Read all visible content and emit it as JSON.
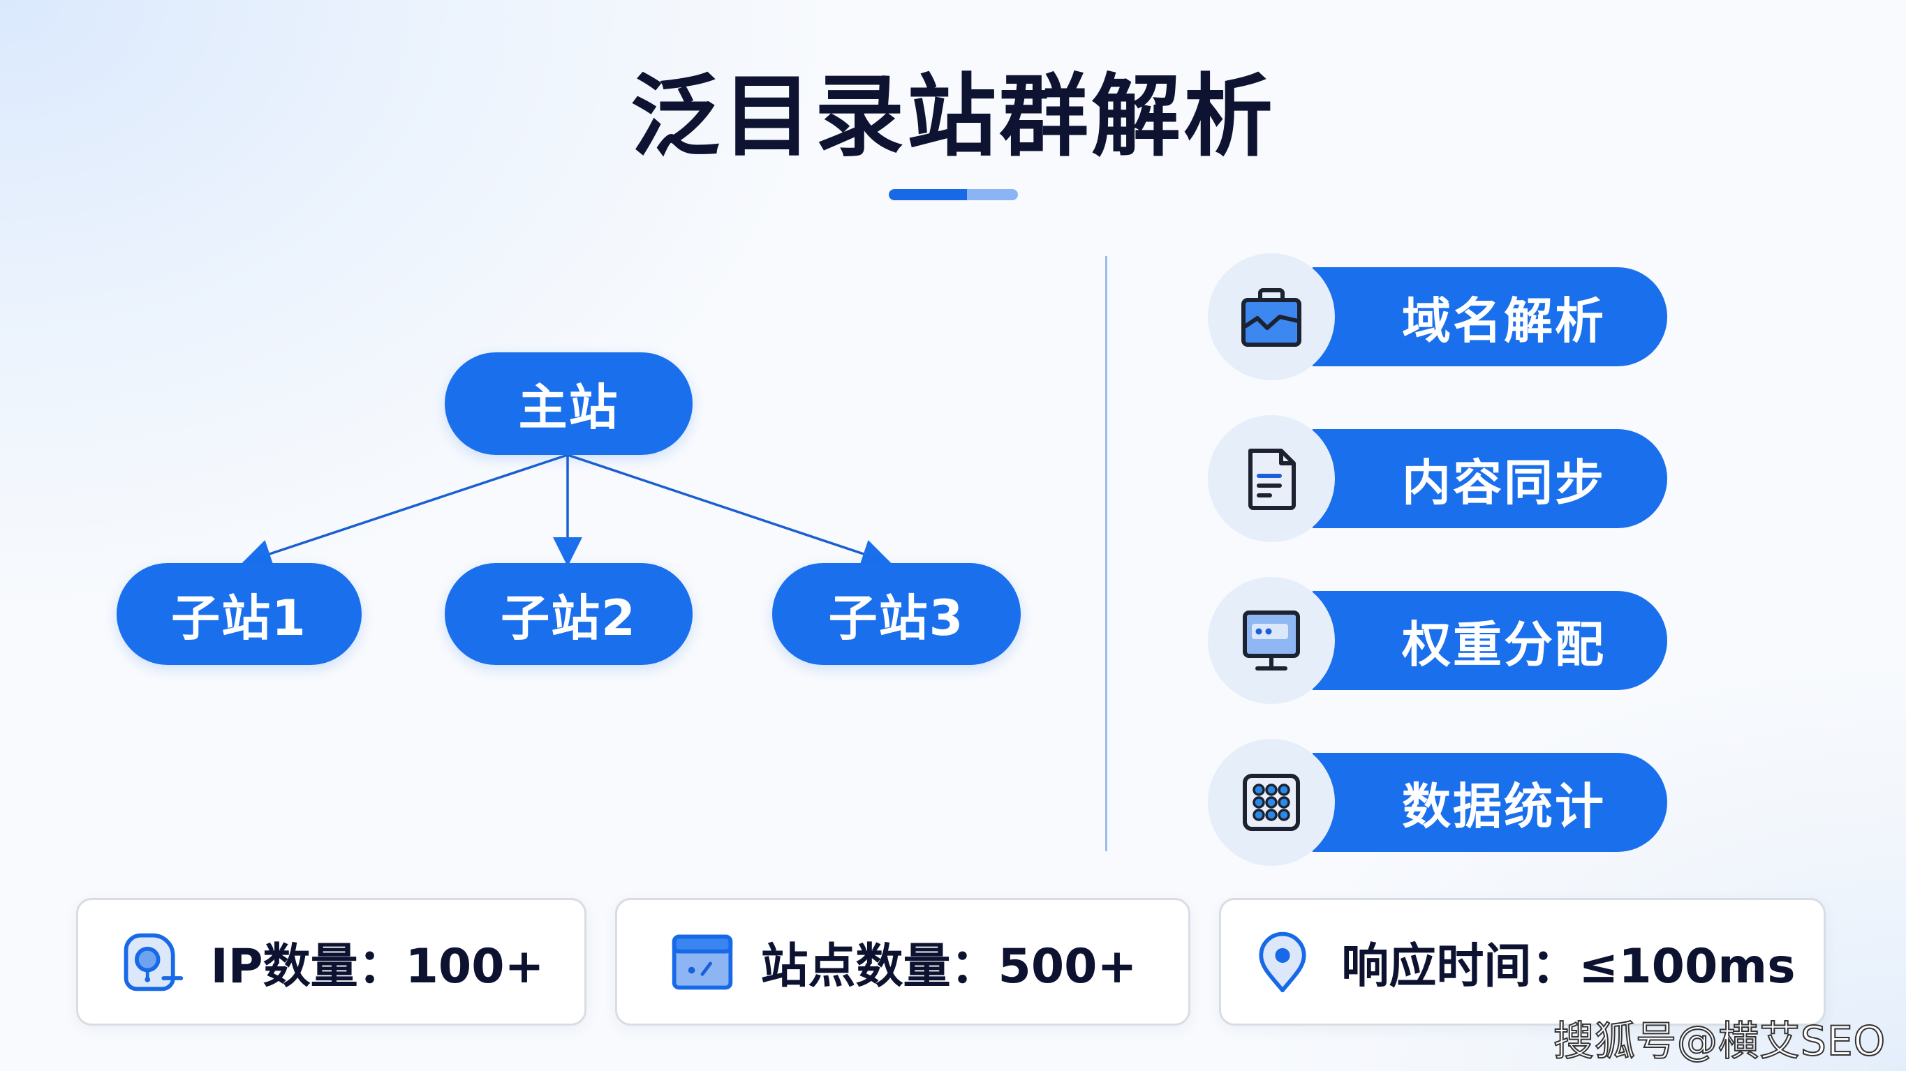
{
  "title": "泛目录站群解析",
  "colors": {
    "primary": "#1a6fec",
    "accent_dark": "#1769e8",
    "accent_light": "#8ab4f4",
    "text_dark": "#0c1230",
    "icon_bg": "#e6eefa",
    "divider": "#9cbcea"
  },
  "tree": {
    "root": {
      "label": "主站"
    },
    "children": [
      {
        "label": "子站1"
      },
      {
        "label": "子站2"
      },
      {
        "label": "子站3"
      }
    ]
  },
  "features": [
    {
      "label": "域名解析",
      "icon": "briefcase-chart-icon"
    },
    {
      "label": "内容同步",
      "icon": "document-icon"
    },
    {
      "label": "权重分配",
      "icon": "monitor-icon"
    },
    {
      "label": "数据统计",
      "icon": "dot-grid-icon"
    }
  ],
  "stats": [
    {
      "label": "IP数量：100+",
      "icon": "ip-location-icon"
    },
    {
      "label": "站点数量：500+",
      "icon": "browser-window-icon"
    },
    {
      "label": "响应时间：≤100ms",
      "icon": "map-pin-icon"
    }
  ],
  "watermark": "搜狐号@横艾SEO"
}
